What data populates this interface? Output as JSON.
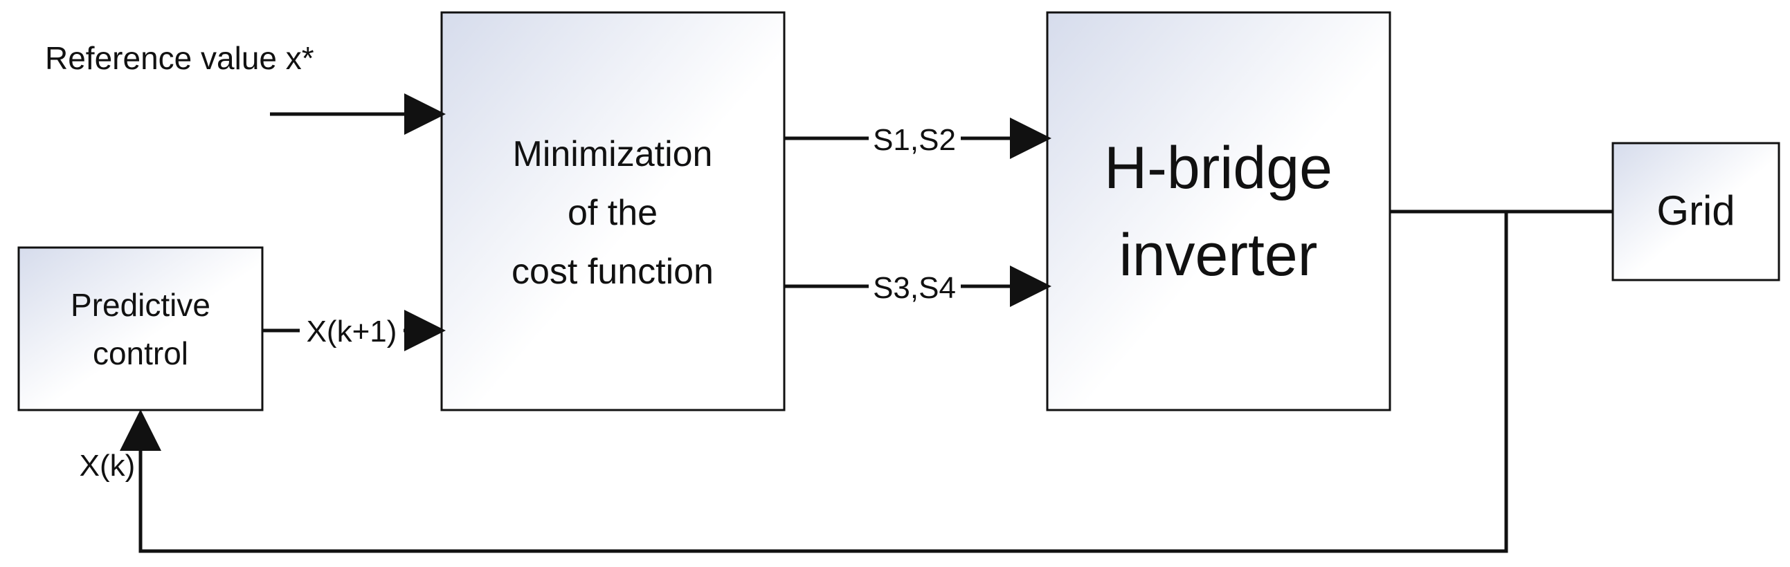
{
  "labels": {
    "reference": "Reference value x*",
    "predictive_line1": "Predictive",
    "predictive_line2": "control",
    "minimization_line1": "Minimization",
    "minimization_line2": "of the",
    "minimization_line3": "cost function",
    "hbridge_line1": "H-bridge",
    "hbridge_line2": "inverter",
    "grid": "Grid",
    "x_k1": "X(k+1)",
    "s1s2": "S1,S2",
    "s3s4": "S3,S4",
    "x_k": "X(k)"
  },
  "colors": {
    "stroke": "#111111",
    "box_gradient_start": "#d6dcec",
    "box_gradient_end": "#ffffff"
  }
}
